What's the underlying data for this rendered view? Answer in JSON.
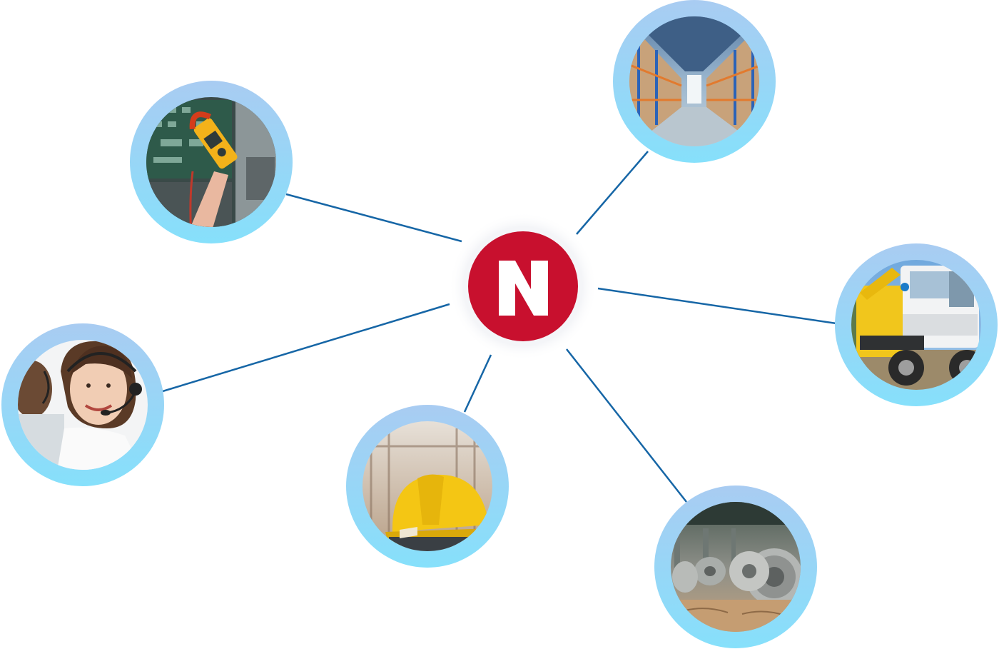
{
  "diagram": {
    "hub": {
      "logo_letter": "N",
      "color": "#C8102E",
      "halo_color": "#F4F5F8"
    },
    "connector_color": "#1666A6",
    "node_ring_colors": [
      "#A9CCF2",
      "#86E0FB"
    ],
    "nodes": [
      {
        "id": "electrical-maintenance",
        "icon": "clamp-meter-on-control-panel"
      },
      {
        "id": "warehouse-logistics",
        "icon": "warehouse-aisle-with-shelves"
      },
      {
        "id": "crane-truck-transport",
        "icon": "white-truck-with-yellow-crane"
      },
      {
        "id": "steel-coil-industry",
        "icon": "steel-coils-in-factory"
      },
      {
        "id": "construction-safety",
        "icon": "yellow-hard-hat"
      },
      {
        "id": "call-center-support",
        "icon": "operators-with-headsets"
      }
    ]
  }
}
